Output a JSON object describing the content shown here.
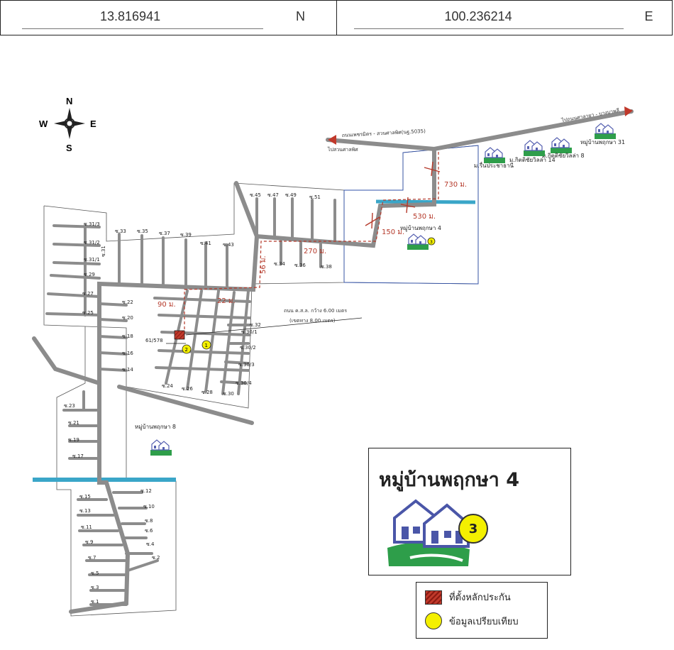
{
  "coords": {
    "lat": "13.816941",
    "lat_dir": "N",
    "lon": "100.236214",
    "lon_dir": "E"
  },
  "compass": {
    "n": "N",
    "s": "S",
    "e": "E",
    "w": "W"
  },
  "roads": {
    "main_road": "ถนนเพชรมิตร - สวนศาลพิศ(นฐ.5035)",
    "to_left": "ไปสวนศาลพิศ",
    "to_right": "ไปถนนศาลายา - บางบาพลี",
    "site_road_line1": "ถนน ค.ส.ล. กว้าง 6.00 เมตร",
    "site_road_line2": "(เขตทาง 8.00 เมตร)"
  },
  "distances": {
    "d730": "730 ม.",
    "d530": "530 ม.",
    "d150": "150 ม.",
    "d270": "270 ม.",
    "d90": "90 ม.",
    "d22": "22 ม.",
    "d56": "56 ม."
  },
  "site_label": "61/578",
  "markers": {
    "m1": "1",
    "m2": "2",
    "m3": "3"
  },
  "villages": {
    "v4": "หมู่บ้านพฤกษา 4",
    "v8": "หมู่บ้านพฤกษา 8",
    "v31": "หมู่บ้านพฤกษา 31",
    "kitti8": "ม.กิตติชัยวิลล่า 8",
    "kitti14": "ม.กิตติชัยวิลล่า 14",
    "ruenpracha": "ม.รื่นประชาธานี"
  },
  "soi_labels": {
    "s45": "ซ.45",
    "s47": "ซ.47",
    "s49": "ซ.49",
    "s51": "ซ.51",
    "s33": "ซ.33",
    "s35": "ซ.35",
    "s37": "ซ.37",
    "s39": "ซ.39",
    "s41": "ซ.41",
    "s43": "ซ.43",
    "s34": "ซ.34",
    "s36": "ซ.36",
    "s38": "ซ.38",
    "s31_3": "ซ.31/3",
    "s31_2": "ซ.31/2",
    "s31_1": "ซ.31/1",
    "s31": "ซ.31",
    "s29": "ซ.29",
    "s27": "ซ.27",
    "s25": "ซ.25",
    "s22": "ซ.22",
    "s20": "ซ.20",
    "s18": "ซ.18",
    "s16": "ซ.16",
    "s14": "ซ.14",
    "s32": "ซ.32",
    "s30_1": "ซ.30/1",
    "s30_2": "ซ.30/2",
    "s30_3": "ซ.30/3",
    "s30_4": "ซ.30/4",
    "s24": "ซ.24",
    "s26": "ซ.26",
    "s28": "ซ.28",
    "s30": "ซ.30",
    "s23": "ซ.23",
    "s21": "ซ.21",
    "s19": "ซ.19",
    "s17": "ซ.17",
    "s15": "ซ.15",
    "s13": "ซ.13",
    "s11": "ซ.11",
    "s9": "ซ.9",
    "s7": "ซ.7",
    "s5": "ซ.5",
    "s3": "ซ.3",
    "s1": "ซ.1",
    "s12": "ซ.12",
    "s10": "ซ.10",
    "s8": "ซ.8",
    "s6": "ซ.6",
    "s4": "ซ.4",
    "s2": "ซ.2"
  },
  "inset": {
    "title": "หมู่บ้านพฤกษา 4",
    "marker": "3"
  },
  "legend": {
    "site": "ที่ตั้งหลักประกัน",
    "comparison": "ข้อมูลเปรียบเทียบ"
  },
  "colors": {
    "road": "#8c8c8c",
    "canal": "#3aa6c8",
    "distance": "#b5392a",
    "marker": "#f4f000",
    "boundary_blue": "#3050a8"
  }
}
